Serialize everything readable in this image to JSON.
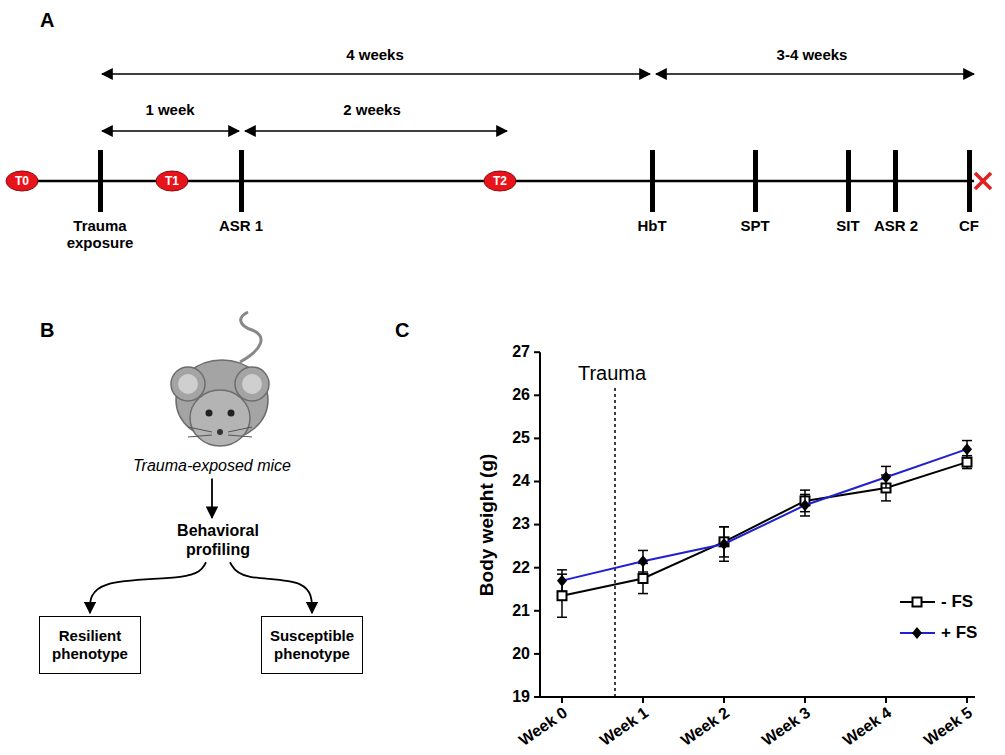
{
  "diagram": {
    "nodes": [
      {
        "text": [
          "T0"
        ]
      },
      {
        "text": [
          "T1"
        ]
      },
      {
        "text": [
          "T2"
        ]
      },
      {
        "text": [
          "Trauma-exposed mice"
        ]
      },
      {
        "text": [
          "Behavioral profiling"
        ]
      },
      {
        "text": [
          "Resilient phenotype"
        ]
      },
      {
        "text": [
          "Susceptible phenotype"
        ]
      }
    ],
    "edges": [
      {
        "from": 3,
        "to": 4,
        "arrow": "to"
      },
      {
        "from": 4,
        "to": 5,
        "arrow": "to"
      },
      {
        "from": 4,
        "to": 6,
        "arrow": "to"
      }
    ],
    "labels": [
      "A",
      "4 weeks",
      "3-4 weeks",
      "1 week",
      "2 weeks",
      "Trauma exposure",
      "ASR 1",
      "HbT",
      "SPT",
      "SIT",
      "ASR 2",
      "CF",
      "B",
      "C",
      "Trauma",
      "Body weight (g)",
      "27",
      "26",
      "25",
      "24",
      "23",
      "22",
      "21",
      "20",
      "19",
      "Week 0",
      "Week 1",
      "Week 2",
      "Week 3",
      "Week 4",
      "Week 5"
    ],
    "legend": [
      {
        "text": "- FS"
      },
      {
        "text": "+ FS"
      }
    ]
  }
}
